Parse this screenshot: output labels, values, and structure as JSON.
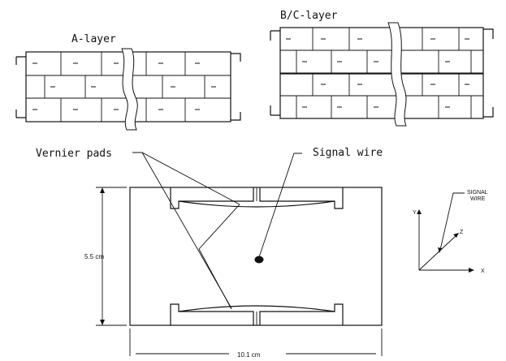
{
  "labels": {
    "a_layer": "A-layer",
    "bc_layer": "B/C-layer",
    "vernier_pads": "Vernier pads",
    "signal_wire": "Signal wire",
    "height_dim": "5.5 cm",
    "width_dim": "10.1 cm"
  },
  "axes": {
    "y": "Y",
    "z": "Z",
    "x": "X",
    "signal_wire_line1": "SIGNAL",
    "signal_wire_line2": "WIRE"
  }
}
